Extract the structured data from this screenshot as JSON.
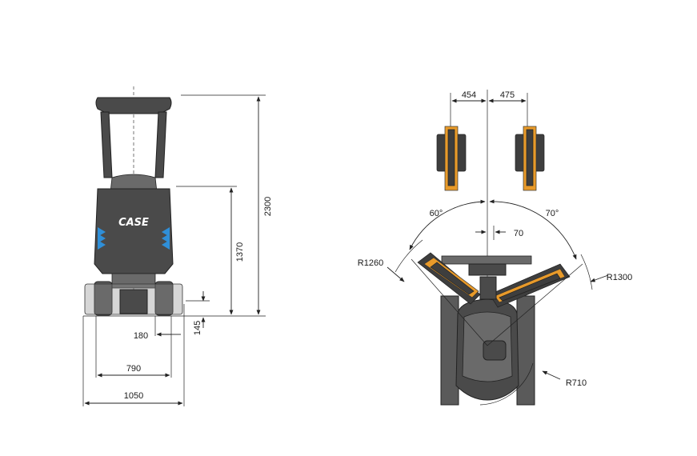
{
  "front_view": {
    "logo_text": "CASE",
    "dimensions": {
      "height_total": "2300",
      "height_cab": "1370",
      "ground_clearance": "145",
      "blade_offset": "180",
      "track_gauge": "790",
      "overall_width": "1050"
    }
  },
  "top_view": {
    "dimensions": {
      "offset_left": "454",
      "offset_right": "475",
      "angle_left": "60°",
      "angle_right": "70°",
      "center_offset": "70",
      "radius_left": "R1260",
      "radius_right": "R1300",
      "radius_rear": "R710"
    }
  },
  "colors": {
    "machine_body": "#4a4a4a",
    "accent_stripes": "#2f8fd8",
    "boom_arm": "#e89a2a",
    "line": "#222222"
  }
}
